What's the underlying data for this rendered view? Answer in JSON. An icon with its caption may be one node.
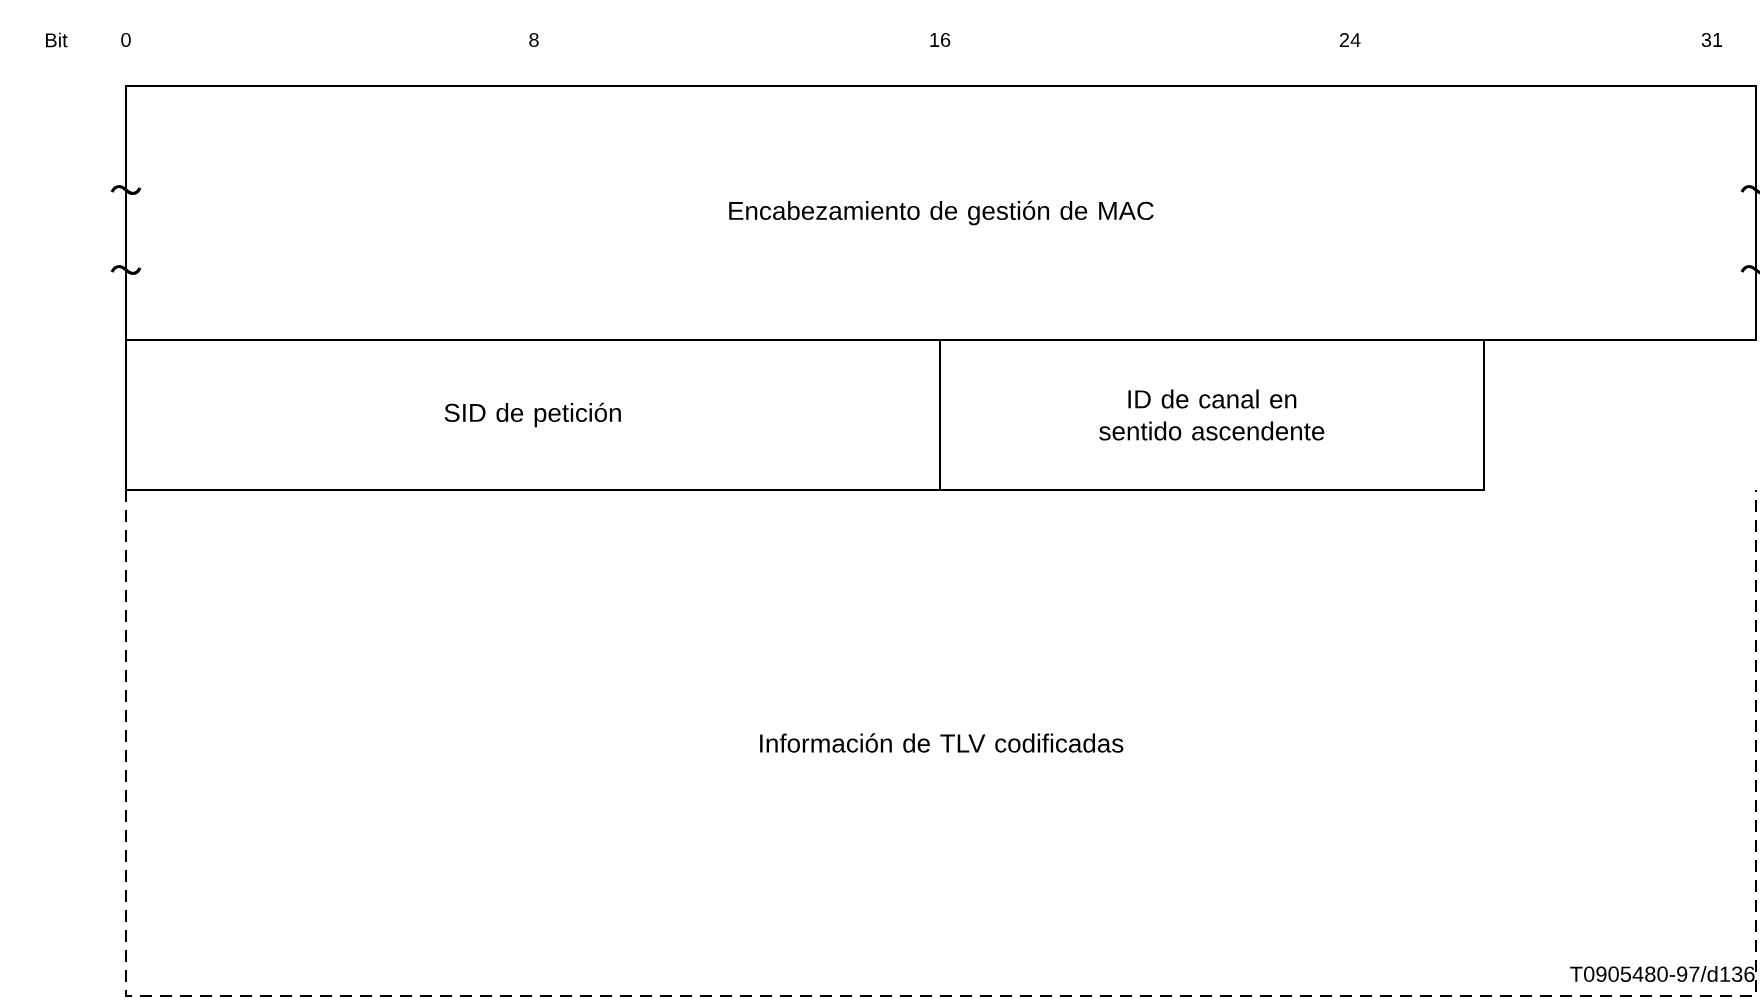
{
  "diagram": {
    "nodes": [
      {
        "text": [
          "Encabezamiento de gestión de MAC"
        ]
      },
      {
        "text": [
          "SID de petición"
        ]
      },
      {
        "text": [
          "ID de canal en sentido ascendente"
        ]
      },
      {
        "text": [
          "Información de TLV codificadas"
        ]
      }
    ],
    "labels": [
      "Bit",
      "0",
      "8",
      "16",
      "24",
      "31",
      "T0905480-97/d136"
    ]
  }
}
